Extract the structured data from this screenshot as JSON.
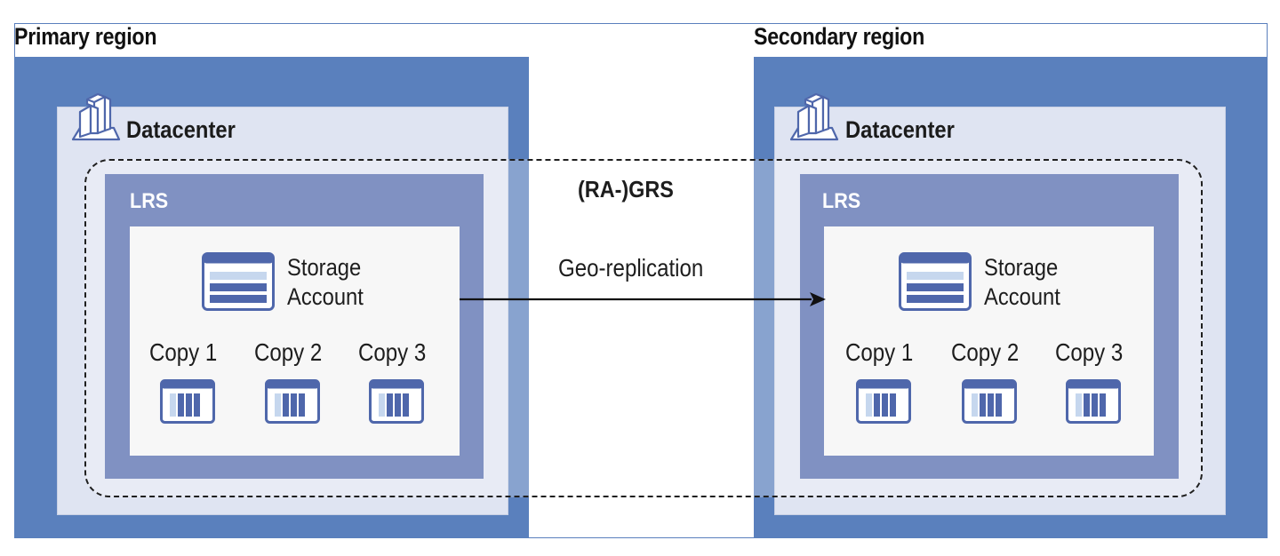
{
  "regions": {
    "primary": {
      "label": "Primary region",
      "datacenter_label": "Datacenter",
      "lrs_label": "LRS",
      "storage_label_line1": "Storage",
      "storage_label_line2": "Account",
      "copies": [
        "Copy 1",
        "Copy 2",
        "Copy 3"
      ]
    },
    "secondary": {
      "label": "Secondary region",
      "datacenter_label": "Datacenter",
      "lrs_label": "LRS",
      "storage_label_line1": "Storage",
      "storage_label_line2": "Account",
      "copies": [
        "Copy 1",
        "Copy 2",
        "Copy 3"
      ]
    }
  },
  "replication": {
    "title": "(RA-)GRS",
    "connector_label": "Geo-replication"
  },
  "colors": {
    "region": "#5a80bd",
    "datacenter": "#dfe4f2",
    "lrs": "#4f67ab",
    "inner": "#f4f4f4"
  },
  "icons": {
    "datacenter": "datacenter-icon",
    "storage_account": "storage-account-icon",
    "copy": "blob-copy-icon"
  }
}
